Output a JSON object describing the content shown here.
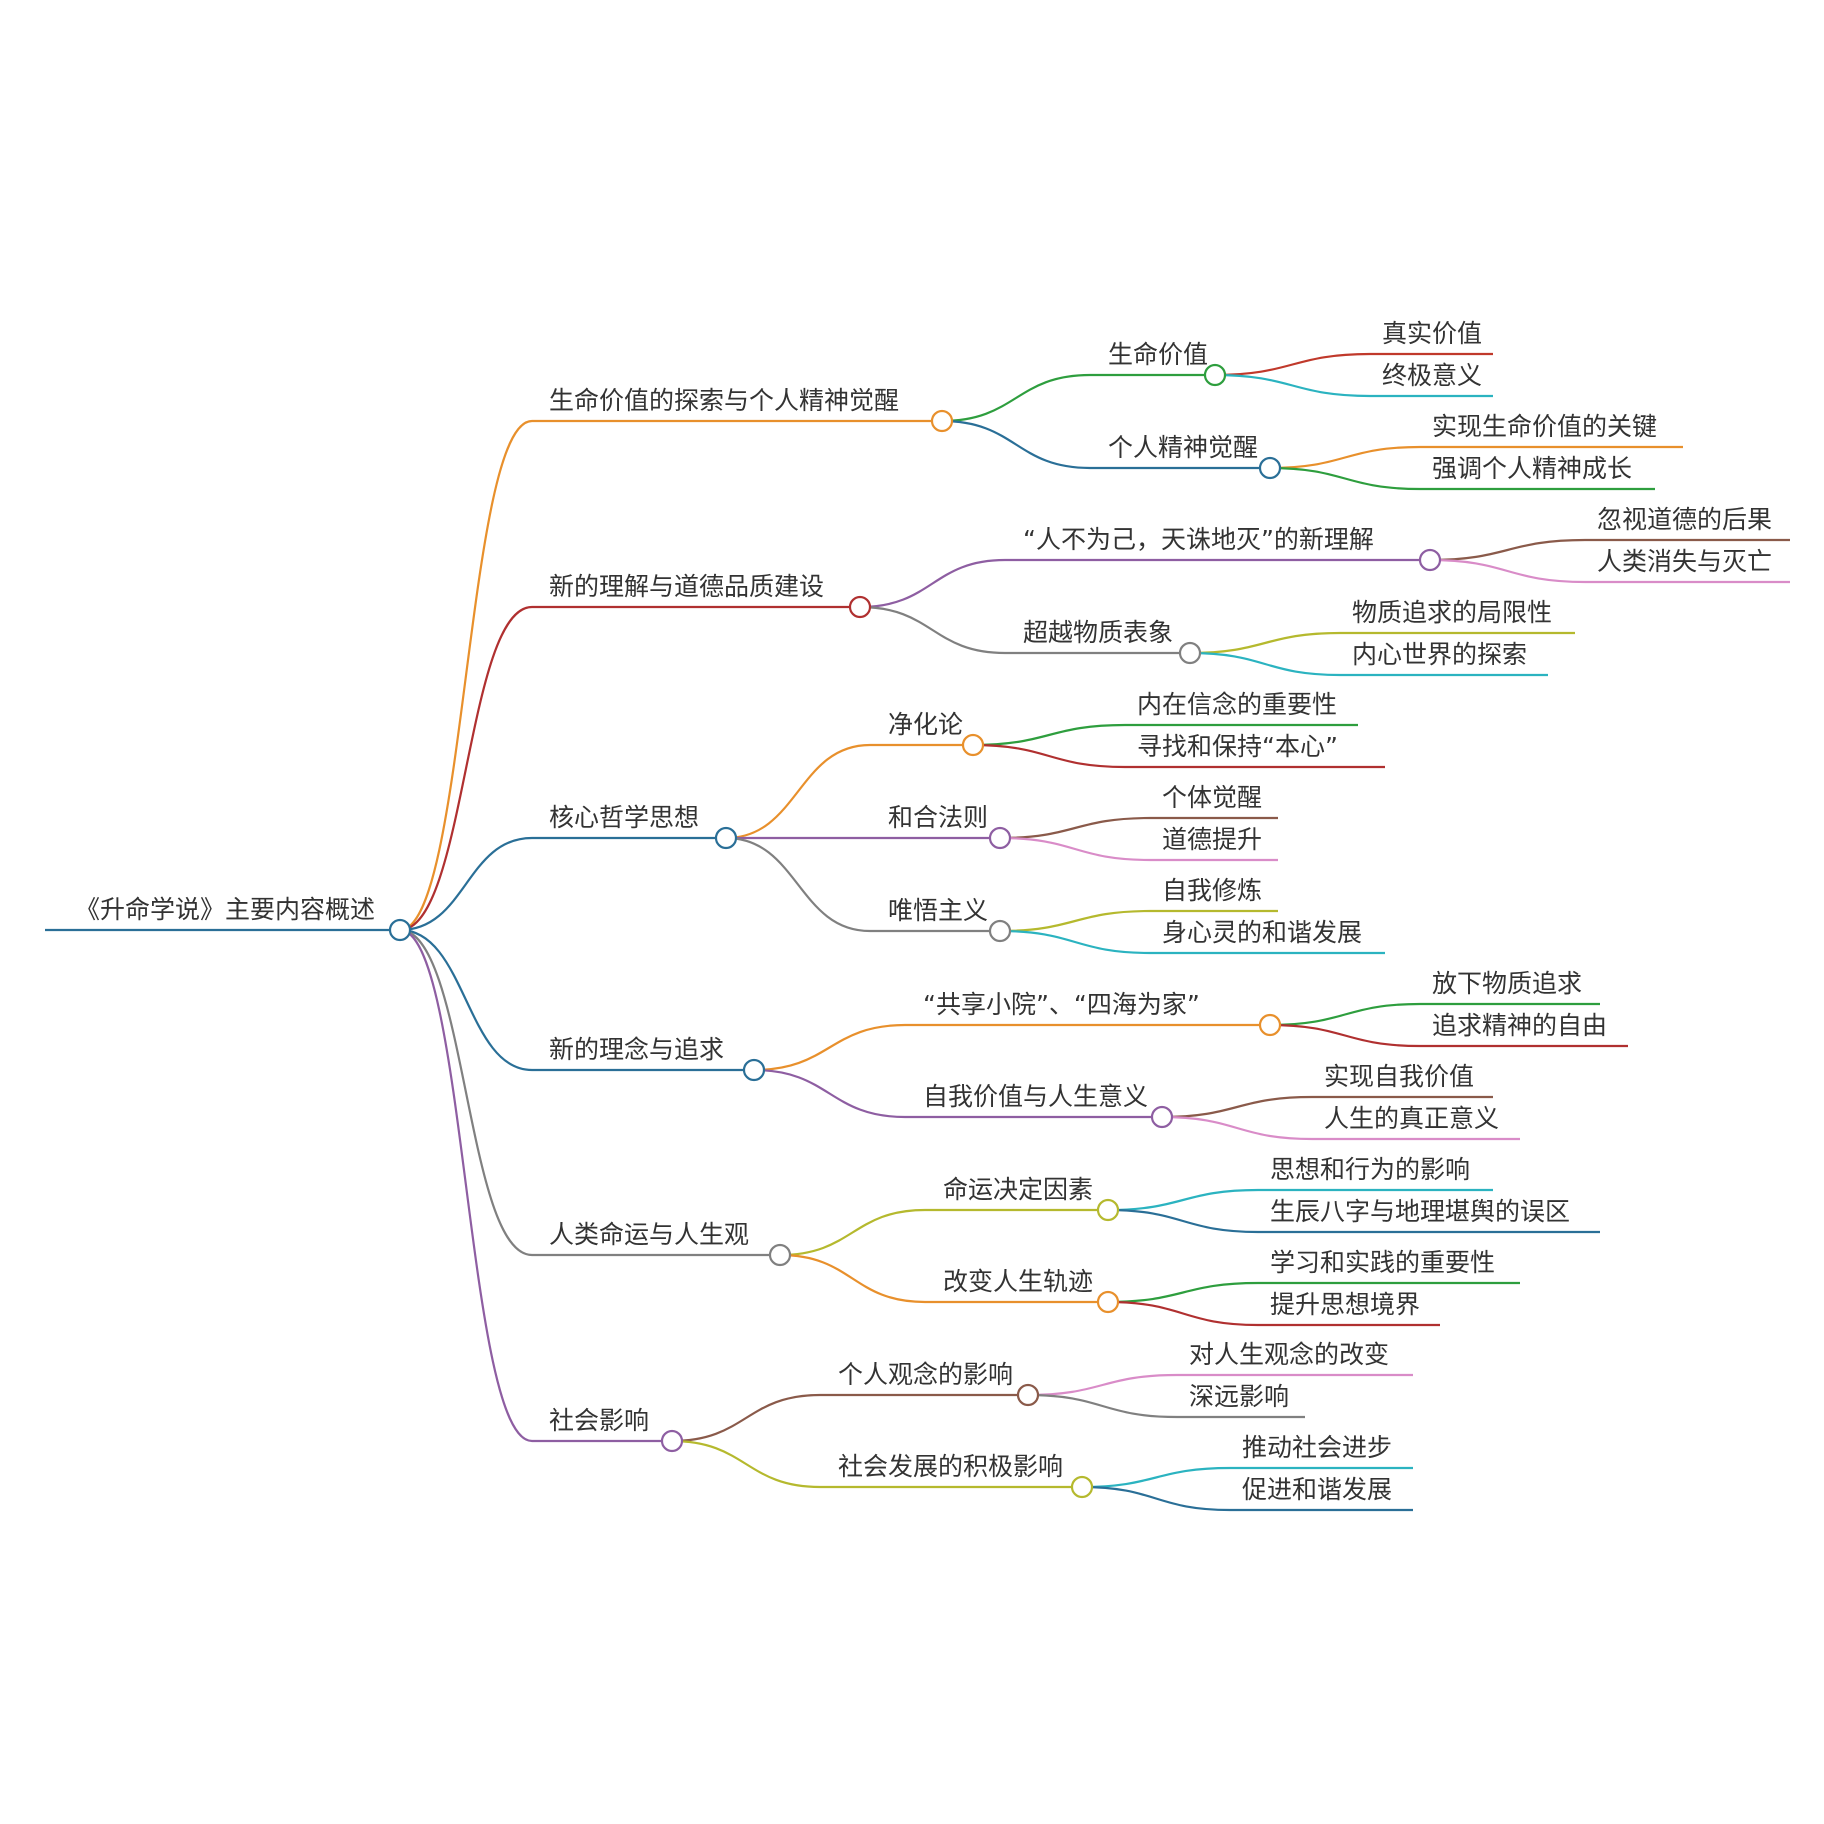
{
  "root": {
    "label": "《升命学说》主要内容概述",
    "color": "#2a6f97"
  },
  "branches": [
    {
      "label": "生命价值的探索与个人精神觉醒",
      "color": "#e8902c",
      "children": [
        {
          "label": "生命价值",
          "color": "#2e9e3e",
          "leaves": [
            {
              "label": "真实价值",
              "color": "#c0392b"
            },
            {
              "label": "终极意义",
              "color": "#2bb3c0"
            }
          ]
        },
        {
          "label": "个人精神觉醒",
          "color": "#2a6f97",
          "leaves": [
            {
              "label": "实现生命价值的关键",
              "color": "#e8902c"
            },
            {
              "label": "强调个人精神成长",
              "color": "#2e9e3e"
            }
          ]
        }
      ]
    },
    {
      "label": "新的理解与道德品质建设",
      "color": "#b03030",
      "children": [
        {
          "label": "“人不为己，天诛地灭”的新理解",
          "color": "#8e5ea2",
          "leaves": [
            {
              "label": "忽视道德的后果",
              "color": "#8a5a4a"
            },
            {
              "label": "人类消失与灭亡",
              "color": "#d98cc8"
            }
          ]
        },
        {
          "label": "超越物质表象",
          "color": "#808080",
          "leaves": [
            {
              "label": "物质追求的局限性",
              "color": "#b5b92e"
            },
            {
              "label": "内心世界的探索",
              "color": "#2bb3c0"
            }
          ]
        }
      ]
    },
    {
      "label": "核心哲学思想",
      "color": "#2a6f97",
      "children": [
        {
          "label": "净化论",
          "color": "#e8902c",
          "leaves": [
            {
              "label": "内在信念的重要性",
              "color": "#2e9e3e"
            },
            {
              "label": "寻找和保持“本心”",
              "color": "#b03030"
            }
          ]
        },
        {
          "label": "和合法则",
          "color": "#8e5ea2",
          "leaves": [
            {
              "label": "个体觉醒",
              "color": "#8a5a4a"
            },
            {
              "label": "道德提升",
              "color": "#d98cc8"
            }
          ]
        },
        {
          "label": "唯悟主义",
          "color": "#808080",
          "leaves": [
            {
              "label": "自我修炼",
              "color": "#b5b92e"
            },
            {
              "label": "身心灵的和谐发展",
              "color": "#2bb3c0"
            }
          ]
        }
      ]
    },
    {
      "label": "新的理念与追求",
      "color": "#2a6f97",
      "children": [
        {
          "label": "“共享小院”、“四海为家”",
          "color": "#e8902c",
          "leaves": [
            {
              "label": "放下物质追求",
              "color": "#2e9e3e"
            },
            {
              "label": "追求精神的自由",
              "color": "#b03030"
            }
          ]
        },
        {
          "label": "自我价值与人生意义",
          "color": "#8e5ea2",
          "leaves": [
            {
              "label": "实现自我价值",
              "color": "#8a5a4a"
            },
            {
              "label": "人生的真正意义",
              "color": "#d98cc8"
            }
          ]
        }
      ]
    },
    {
      "label": "人类命运与人生观",
      "color": "#808080",
      "children": [
        {
          "label": "命运决定因素",
          "color": "#b5b92e",
          "leaves": [
            {
              "label": "思想和行为的影响",
              "color": "#2bb3c0"
            },
            {
              "label": "生辰八字与地理堪舆的误区",
              "color": "#2a6f97"
            }
          ]
        },
        {
          "label": "改变人生轨迹",
          "color": "#e8902c",
          "leaves": [
            {
              "label": "学习和实践的重要性",
              "color": "#2e9e3e"
            },
            {
              "label": "提升思想境界",
              "color": "#b03030"
            }
          ]
        }
      ]
    },
    {
      "label": "社会影响",
      "color": "#8e5ea2",
      "children": [
        {
          "label": "个人观念的影响",
          "color": "#8a5a4a",
          "leaves": [
            {
              "label": "对人生观念的改变",
              "color": "#d98cc8"
            },
            {
              "label": "深远影响",
              "color": "#808080"
            }
          ]
        },
        {
          "label": "社会发展的积极影响",
          "color": "#b5b92e",
          "leaves": [
            {
              "label": "推动社会进步",
              "color": "#2bb3c0"
            },
            {
              "label": "促进和谐发展",
              "color": "#2a6f97"
            }
          ]
        }
      ]
    }
  ]
}
